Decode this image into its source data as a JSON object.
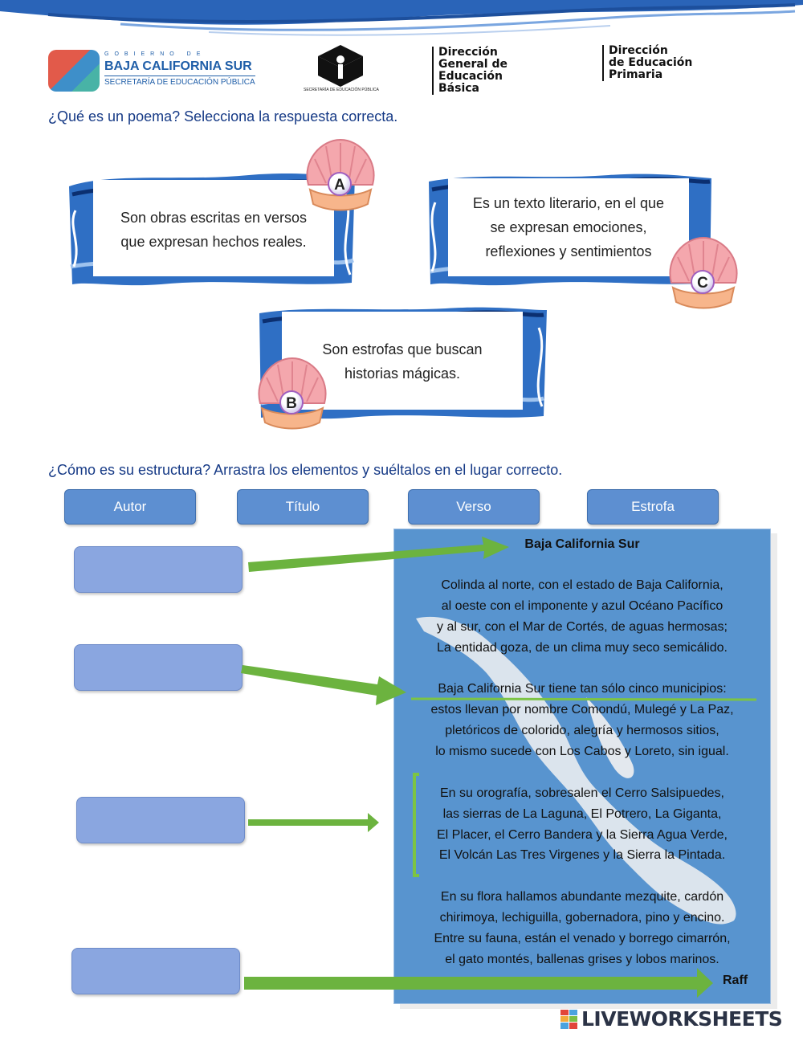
{
  "header": {
    "bcs_gobierno": "GOBIERNO DE",
    "bcs_name": "BAJA CALIFORNIA SUR",
    "bcs_secretaria": "SECRETARÍA DE EDUCACIÓN PÚBLICA",
    "sep_small": "SECRETARÍA DE EDUCACIÓN PÚBLICA",
    "dgeb_lines": [
      "Dirección",
      "General de",
      "Educación",
      "Básica"
    ],
    "dep_lines": [
      "Dirección",
      "de Educación",
      "Primaria"
    ]
  },
  "question1": {
    "prompt": "¿Qué es un poema?  Selecciona la respuesta correcta.",
    "options": [
      {
        "letter": "A",
        "lines": [
          "Son obras escritas en versos",
          "que expresan hechos reales."
        ]
      },
      {
        "letter": "C",
        "lines": [
          "Es un texto literario, en el que",
          "se expresan emociones,",
          "reflexiones y sentimientos"
        ]
      },
      {
        "letter": "B",
        "lines": [
          "Son estrofas que buscan",
          "historias mágicas."
        ]
      }
    ]
  },
  "question2": {
    "prompt": "¿Cómo es su estructura? Arrastra los elementos y suéltalos en el lugar correcto.",
    "choices": [
      "Autor",
      "Título",
      "Verso",
      "Estrofa"
    ]
  },
  "poem": {
    "title": "Baja California Sur",
    "stanzas": [
      [
        "Colinda al norte, con el estado de Baja California,",
        "al oeste con el imponente y azul Océano Pacífico",
        "y al sur, con el Mar de Cortés, de aguas hermosas;",
        "La entidad goza, de un clima muy seco semicálido."
      ],
      [
        "Baja California Sur tiene tan sólo cinco municipios:",
        "estos llevan por nombre Comondú, Mulegé y La Paz,",
        "pletóricos de colorido, alegría y hermosos sitios,",
        "lo mismo sucede con Los Cabos y Loreto, sin igual."
      ],
      [
        "En su orografía, sobresalen el Cerro Salsipuedes,",
        "las sierras de La Laguna, El Potrero, La Giganta,",
        "El Placer, el Cerro Bandera y la Sierra Agua Verde,",
        "El Volcán Las Tres Virgenes y la Sierra la Pintada."
      ],
      [
        "En su flora hallamos abundante mezquite, cardón",
        "chirimoya, lechiguilla, gobernadora, pino y encino.",
        "Entre su fauna, están el venado y borrego cimarrón,",
        "el gato montés, ballenas grises y lobos marinos."
      ]
    ],
    "author": "Raff"
  },
  "watermark": "LIVEWORKSHEETS",
  "colors": {
    "heading": "#163a86",
    "option_button": "#5d8fd1",
    "drop_box": "#8aa6e0",
    "poem_panel": "#5894cf",
    "arrow": "#6cb33f"
  }
}
